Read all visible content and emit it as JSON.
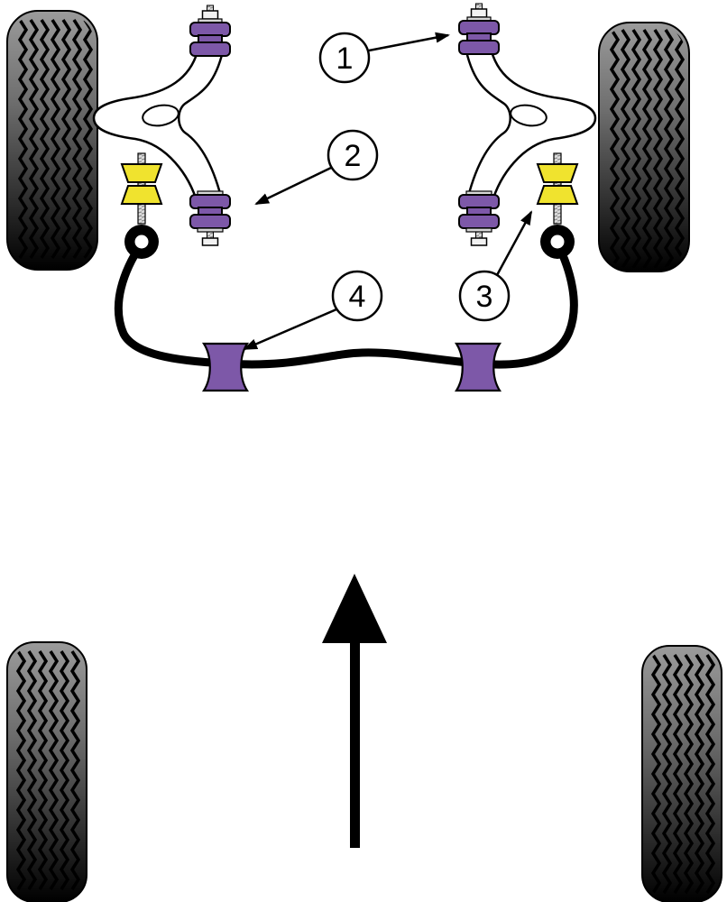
{
  "callouts": [
    {
      "label": "1"
    },
    {
      "label": "2"
    },
    {
      "label": "3"
    },
    {
      "label": "4"
    }
  ],
  "colors": {
    "bush_purple": "#7d58a8",
    "bush_yellow": "#f0e32e",
    "metal_light": "#f2f2f2",
    "washer_gray": "#d8d8d8",
    "arm_white": "#ffffff",
    "line_black": "#000000",
    "background": "#ffffff"
  }
}
